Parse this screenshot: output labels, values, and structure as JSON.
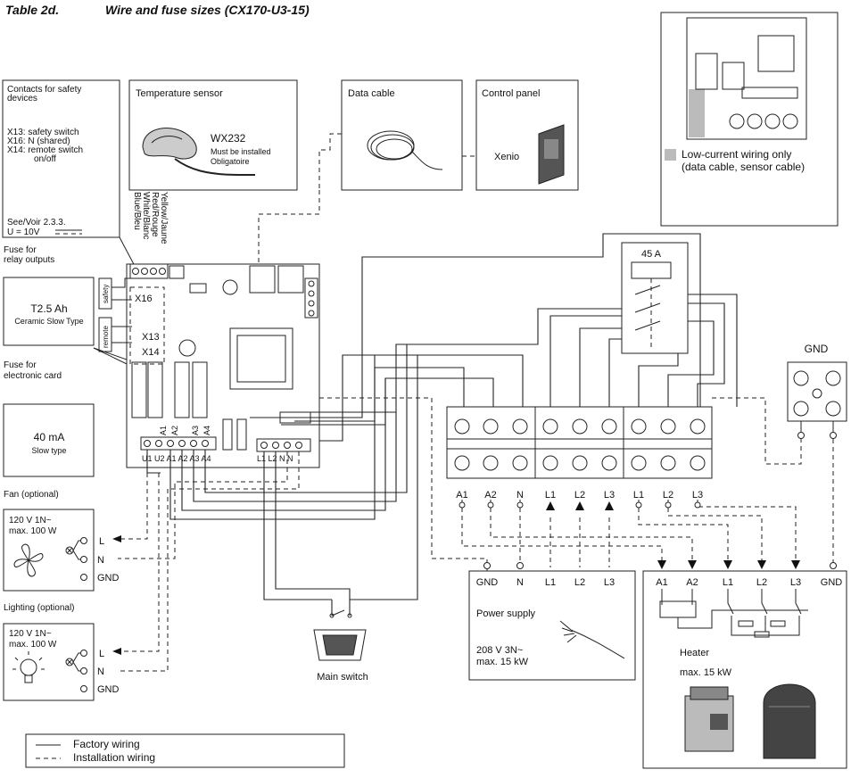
{
  "title": {
    "table": "Table 2d.",
    "text": "Wire and fuse sizes (CX170-U3-15)"
  },
  "contacts": {
    "heading_l1": "Contacts for safety",
    "heading_l2": "devices",
    "x13": "X13: safety switch",
    "x16": "X16: N (shared)",
    "x14_l1": "X14: remote switch",
    "x14_l2": "on/off",
    "see": "See/Voir 2.3.3.",
    "u": "U = 10V"
  },
  "temp_sensor": {
    "title": "Temperature sensor",
    "model": "WX232",
    "note_l1": "Must be installed",
    "note_l2": "Obligatoire"
  },
  "wire_colors": [
    "Blue/Bleu",
    "White/Blanc",
    "Red/Rouge",
    "Yellow/Jaune"
  ],
  "data_cable": {
    "title": "Data cable"
  },
  "control_panel": {
    "title": "Control panel",
    "name": "Xenio"
  },
  "low_current": {
    "text_l1": "Low-current wiring only",
    "text_l2": "(data cable, sensor cable)"
  },
  "fuse_relay": {
    "l1": "Fuse for",
    "l2": "relay outputs"
  },
  "fuse_t": {
    "rating": "T2.5 Ah",
    "type": "Ceramic Slow Type"
  },
  "fuse_card": {
    "l1": "Fuse for",
    "l2": "electronic card"
  },
  "fuse_ma": {
    "rating": "40 mA",
    "type": "Slow type"
  },
  "board": {
    "safety": "safety",
    "remote": "remote",
    "x16": "X16",
    "x13": "X13",
    "x14": "X14",
    "relays": [
      "A1",
      "A2",
      "A3",
      "A4"
    ],
    "bottom_left": "U1 U2 A1 A2 A3 A4",
    "bottom_right": "L1 L2  N   N"
  },
  "fan": {
    "label": "Fan (optional)",
    "spec_l1": "120 V 1N~",
    "spec_l2": "max. 100 W",
    "terms": [
      "L",
      "N",
      "GND"
    ]
  },
  "lighting": {
    "label": "Lighting (optional)",
    "spec_l1": "120 V 1N~",
    "spec_l2": "max. 100 W",
    "terms": [
      "L",
      "N",
      "GND"
    ]
  },
  "contactor": {
    "rating": "45 A"
  },
  "gnd_block": {
    "label": "GND"
  },
  "terminal_labels": [
    "A1",
    "A2",
    "N",
    "L1",
    "L2",
    "L3",
    "L1",
    "L2",
    "L3"
  ],
  "power_supply": {
    "terms": [
      "GND",
      "N",
      "L1",
      "L2",
      "L3"
    ],
    "title": "Power supply",
    "spec_l1": "208 V 3N~",
    "spec_l2": "max. 15 kW"
  },
  "heater": {
    "terms": [
      "A1",
      "A2",
      "L1",
      "L2",
      "L3",
      "GND"
    ],
    "title": "Heater",
    "spec": "max. 15 kW"
  },
  "main_switch": {
    "label": "Main switch"
  },
  "legend": {
    "factory": "Factory wiring",
    "installation": "Installation wiring"
  }
}
